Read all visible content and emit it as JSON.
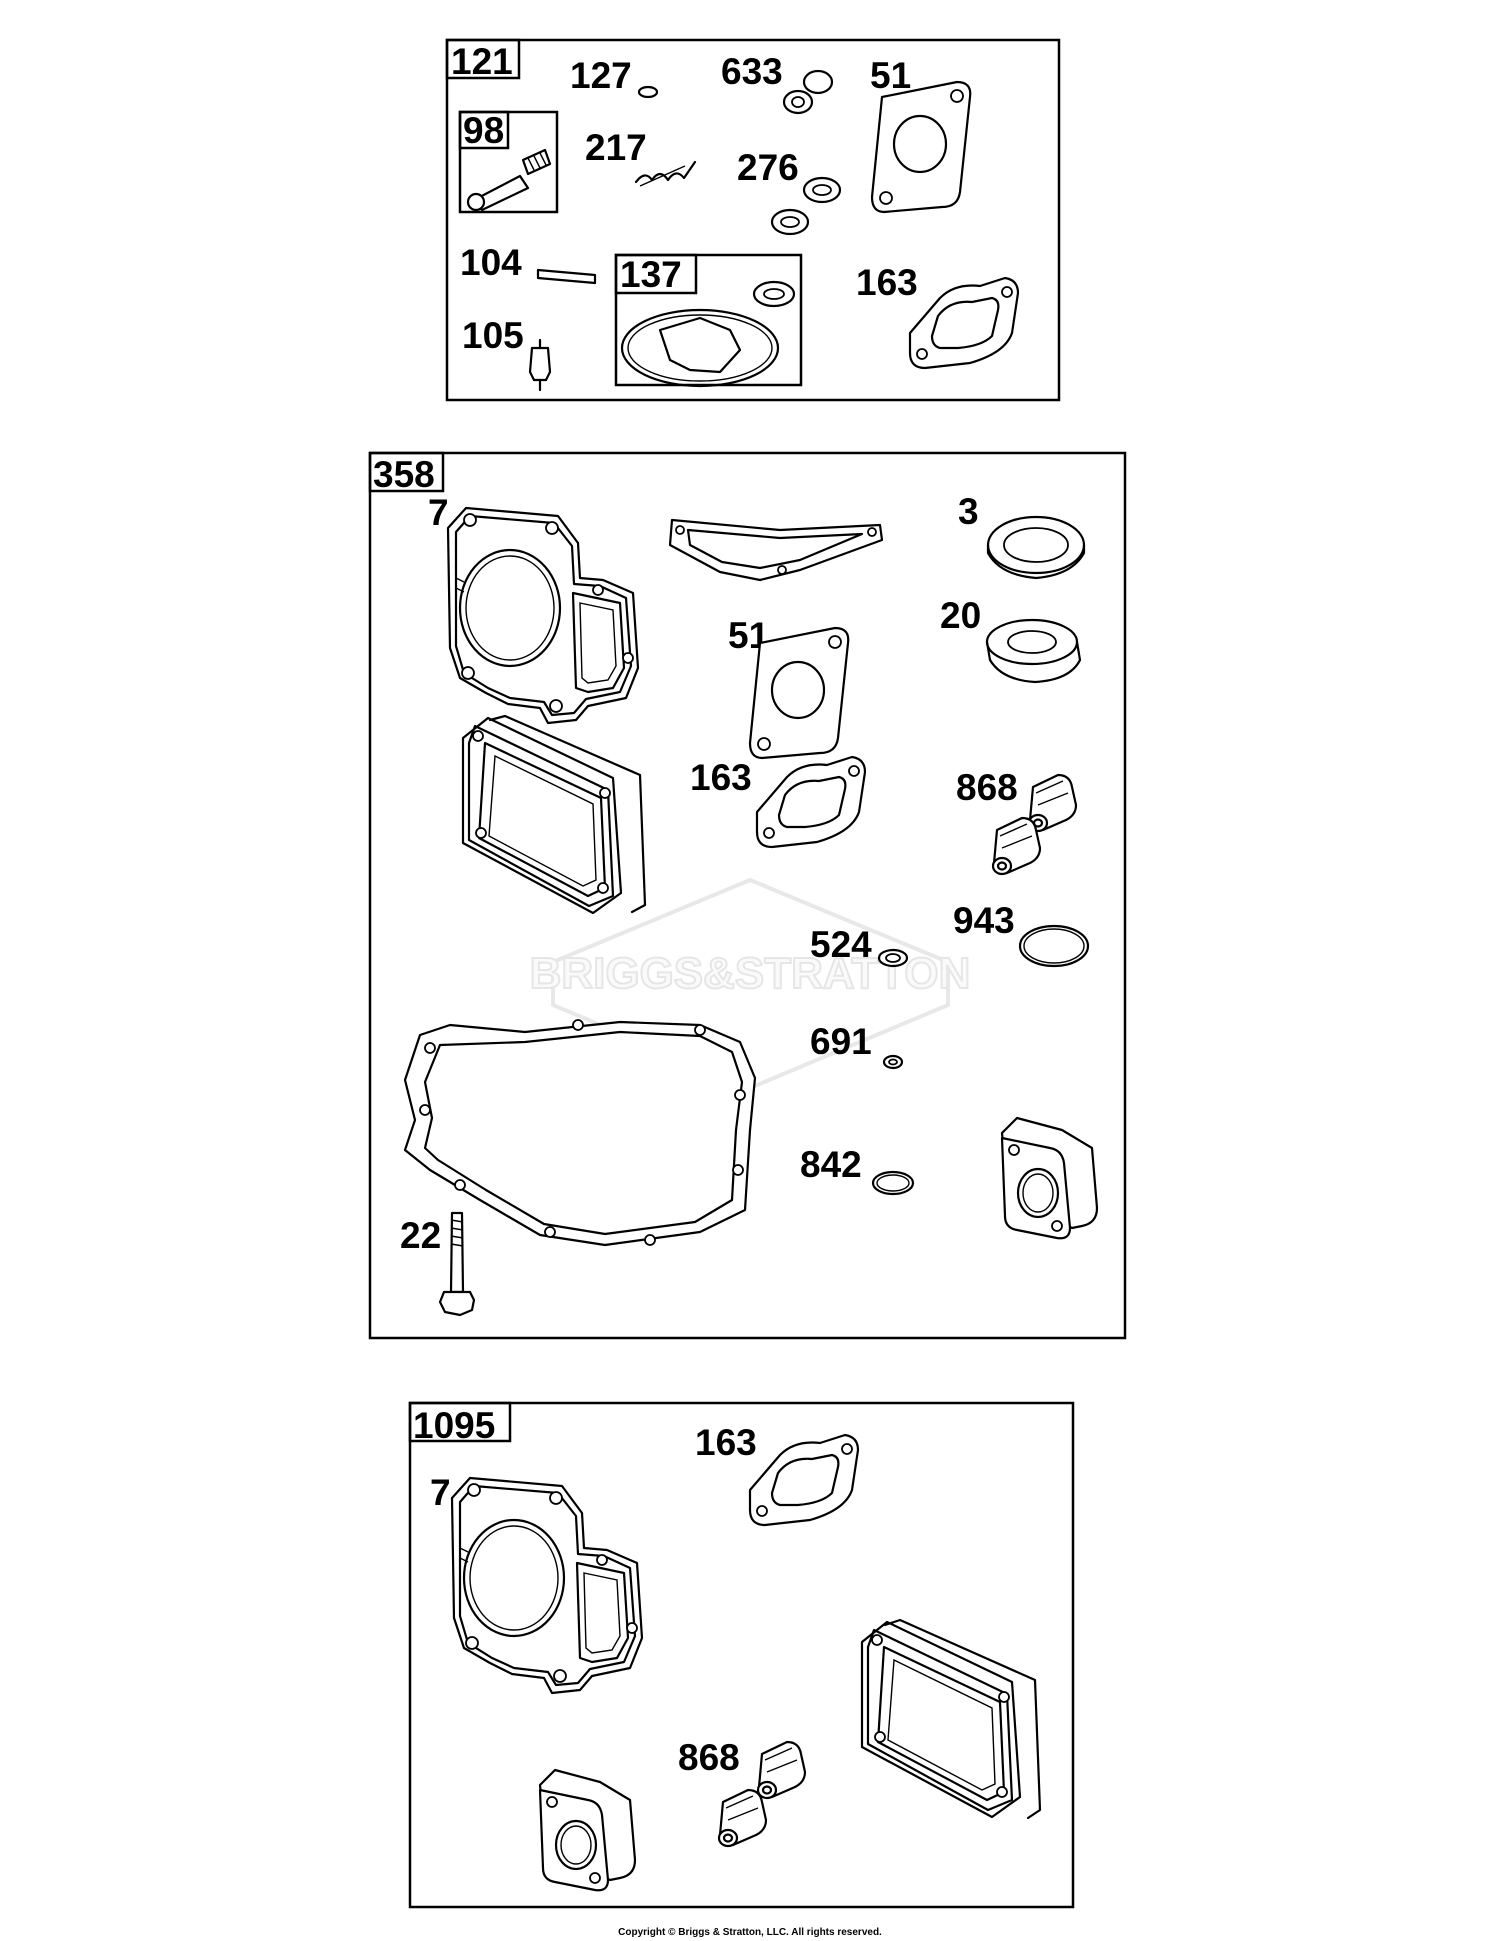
{
  "watermark": "BRIGGS&STRATTON",
  "copyright": "Copyright © Briggs & Stratton, LLC. All rights reserved.",
  "kits": [
    {
      "kit_number": "121",
      "parts": [
        "127",
        "633",
        "51",
        "217",
        "276",
        "104",
        "163",
        "105"
      ],
      "subkits": [
        {
          "kit_number": "98"
        },
        {
          "kit_number": "137"
        }
      ]
    },
    {
      "kit_number": "358",
      "parts": [
        "7",
        "3",
        "20",
        "51",
        "163",
        "868",
        "524",
        "943",
        "691",
        "842",
        "22"
      ]
    },
    {
      "kit_number": "1095",
      "parts": [
        "163",
        "7",
        "868"
      ]
    }
  ]
}
